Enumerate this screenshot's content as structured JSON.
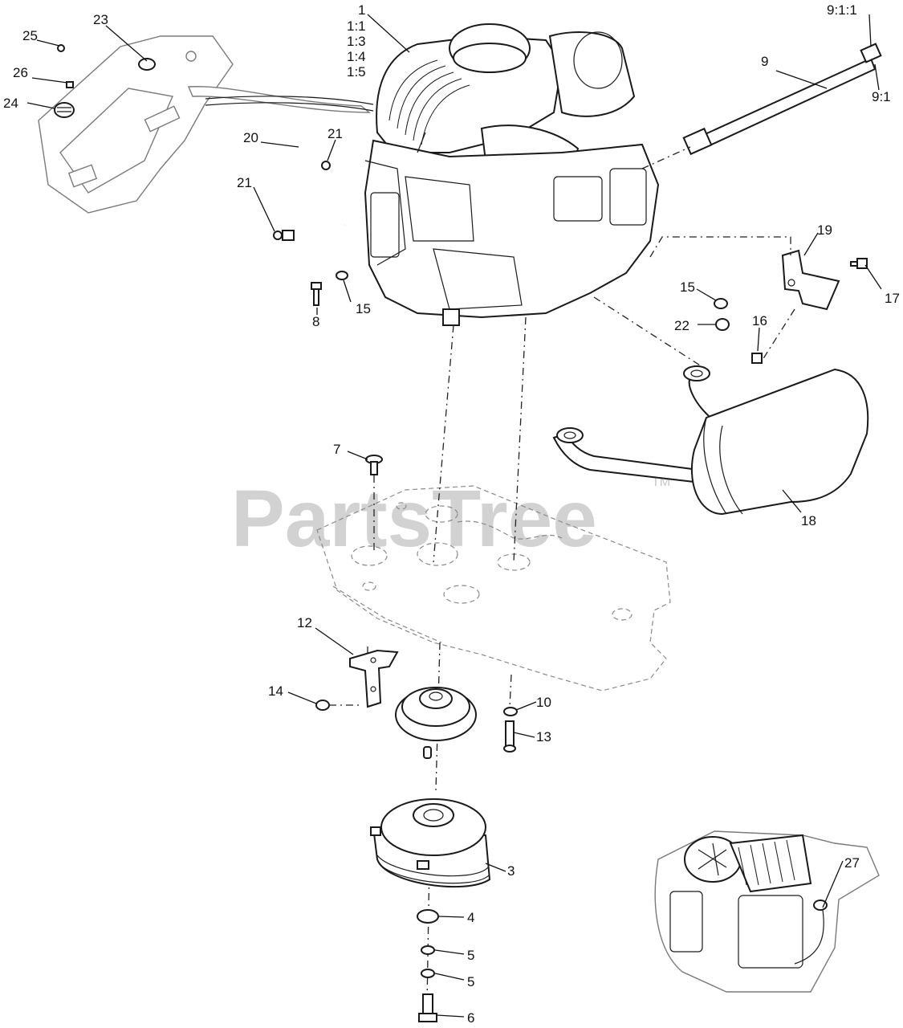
{
  "watermark": {
    "text": "PartsTree",
    "tm": "TM"
  },
  "labels": {
    "l1": "1",
    "l1_1": "1:1",
    "l1_3": "1:3",
    "l1_4": "1:4",
    "l1_5": "1:5",
    "l3": "3",
    "l4": "4",
    "l5a": "5",
    "l5b": "5",
    "l6": "6",
    "l7": "7",
    "l8": "8",
    "l9": "9",
    "l9_1": "9:1",
    "l9_1_1": "9:1:1",
    "l10": "10",
    "l12": "12",
    "l13": "13",
    "l14": "14",
    "l15a": "15",
    "l15b": "15",
    "l16": "16",
    "l17": "17",
    "l18": "18",
    "l19": "19",
    "l20": "20",
    "l21a": "21",
    "l21b": "21",
    "l22": "22",
    "l23": "23",
    "l24": "24",
    "l25": "25",
    "l26": "26",
    "l27": "27"
  }
}
